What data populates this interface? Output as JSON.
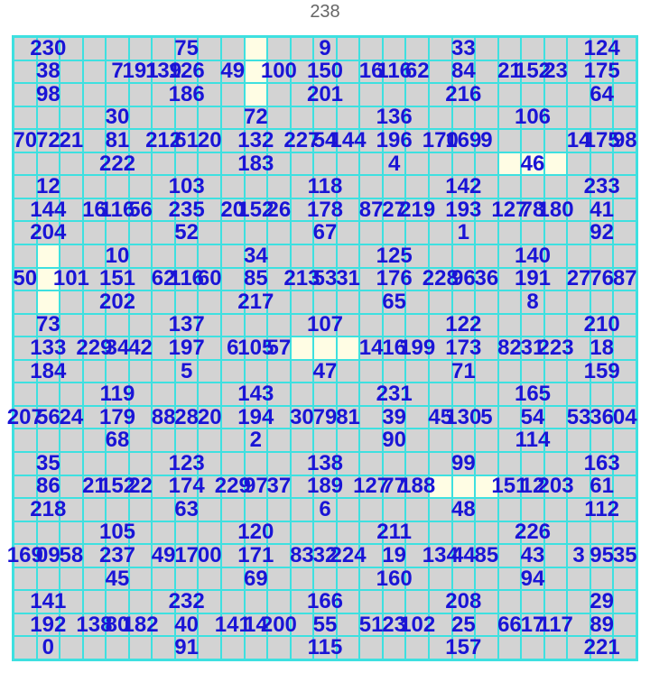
{
  "title": "238",
  "grid": {
    "rows": 27,
    "cols": 27,
    "gap_color": "#fffde4",
    "cell_color": "#d3d3d3",
    "line_color": "#3ee0e0",
    "text_color": "#1a14d6"
  },
  "gaps": [
    [
      0,
      10
    ],
    [
      1,
      10
    ],
    [
      2,
      10
    ],
    [
      5,
      21
    ],
    [
      5,
      22
    ],
    [
      5,
      23
    ],
    [
      9,
      1
    ],
    [
      10,
      1
    ],
    [
      11,
      1
    ],
    [
      13,
      12
    ],
    [
      13,
      13
    ],
    [
      13,
      14
    ],
    [
      19,
      18
    ],
    [
      19,
      19
    ],
    [
      19,
      20
    ]
  ],
  "labels": [
    {
      "r": 0,
      "c": 1,
      "t": "230"
    },
    {
      "r": 1,
      "c": 1,
      "t": "38"
    },
    {
      "r": 2,
      "c": 1,
      "t": "98"
    },
    {
      "r": 1,
      "c": 4,
      "t": "7"
    },
    {
      "r": 1,
      "c": 5,
      "t": "191"
    },
    {
      "r": 1,
      "c": 6,
      "t": "139"
    },
    {
      "r": 0,
      "c": 7,
      "t": "75"
    },
    {
      "r": 1,
      "c": 7,
      "t": "126"
    },
    {
      "r": 2,
      "c": 7,
      "t": "186"
    },
    {
      "r": 1,
      "c": 9,
      "t": "49"
    },
    {
      "r": 1,
      "c": 11,
      "t": "100"
    },
    {
      "r": 0,
      "c": 13,
      "t": "9"
    },
    {
      "r": 1,
      "c": 13,
      "t": "150"
    },
    {
      "r": 2,
      "c": 13,
      "t": "201"
    },
    {
      "r": 1,
      "c": 15,
      "t": "16"
    },
    {
      "r": 1,
      "c": 16,
      "t": "116"
    },
    {
      "r": 1,
      "c": 17,
      "t": "62"
    },
    {
      "r": 0,
      "c": 19,
      "t": "33"
    },
    {
      "r": 1,
      "c": 19,
      "t": "84"
    },
    {
      "r": 2,
      "c": 19,
      "t": "216"
    },
    {
      "r": 1,
      "c": 21,
      "t": "21"
    },
    {
      "r": 1,
      "c": 22,
      "t": "152"
    },
    {
      "r": 1,
      "c": 23,
      "t": "23"
    },
    {
      "r": 0,
      "c": 25,
      "t": "124"
    },
    {
      "r": 1,
      "c": 25,
      "t": "175"
    },
    {
      "r": 2,
      "c": 25,
      "t": "64"
    },
    {
      "r": 3,
      "c": 4,
      "t": "30"
    },
    {
      "r": 4,
      "c": 4,
      "t": "81"
    },
    {
      "r": 5,
      "c": 4,
      "t": "222"
    },
    {
      "r": 4,
      "c": 0,
      "t": "70"
    },
    {
      "r": 4,
      "c": 1,
      "t": "72"
    },
    {
      "r": 4,
      "c": 2,
      "t": "21"
    },
    {
      "r": 4,
      "c": 6,
      "t": "212"
    },
    {
      "r": 4,
      "c": 7,
      "t": "61"
    },
    {
      "r": 4,
      "c": 8,
      "t": "20"
    },
    {
      "r": 3,
      "c": 10,
      "t": "72"
    },
    {
      "r": 4,
      "c": 10,
      "t": "132"
    },
    {
      "r": 5,
      "c": 10,
      "t": "183"
    },
    {
      "r": 4,
      "c": 12,
      "t": "227"
    },
    {
      "r": 4,
      "c": 13,
      "t": "54"
    },
    {
      "r": 4,
      "c": 14,
      "t": "144"
    },
    {
      "r": 3,
      "c": 16,
      "t": "136"
    },
    {
      "r": 4,
      "c": 16,
      "t": "196"
    },
    {
      "r": 5,
      "c": 16,
      "t": "4"
    },
    {
      "r": 4,
      "c": 18,
      "t": "170"
    },
    {
      "r": 4,
      "c": 19,
      "t": "169"
    },
    {
      "r": 4,
      "c": 20,
      "t": "9"
    },
    {
      "r": 3,
      "c": 22,
      "t": "106"
    },
    {
      "r": 5,
      "c": 22,
      "t": "46"
    },
    {
      "r": 4,
      "c": 24,
      "t": "14"
    },
    {
      "r": 4,
      "c": 25,
      "t": "175"
    },
    {
      "r": 4,
      "c": 26,
      "t": "98"
    },
    {
      "r": 6,
      "c": 1,
      "t": "12"
    },
    {
      "r": 7,
      "c": 1,
      "t": "144"
    },
    {
      "r": 8,
      "c": 1,
      "t": "204"
    },
    {
      "r": 7,
      "c": 3,
      "t": "16"
    },
    {
      "r": 7,
      "c": 4,
      "t": "116"
    },
    {
      "r": 7,
      "c": 5,
      "t": "56"
    },
    {
      "r": 6,
      "c": 7,
      "t": "103"
    },
    {
      "r": 7,
      "c": 7,
      "t": "235"
    },
    {
      "r": 8,
      "c": 7,
      "t": "52"
    },
    {
      "r": 7,
      "c": 9,
      "t": "20"
    },
    {
      "r": 7,
      "c": 10,
      "t": "152"
    },
    {
      "r": 7,
      "c": 11,
      "t": "26"
    },
    {
      "r": 6,
      "c": 13,
      "t": "118"
    },
    {
      "r": 7,
      "c": 13,
      "t": "178"
    },
    {
      "r": 8,
      "c": 13,
      "t": "67"
    },
    {
      "r": 7,
      "c": 15,
      "t": "87"
    },
    {
      "r": 7,
      "c": 16,
      "t": "27"
    },
    {
      "r": 7,
      "c": 17,
      "t": "219"
    },
    {
      "r": 6,
      "c": 19,
      "t": "142"
    },
    {
      "r": 7,
      "c": 19,
      "t": "193"
    },
    {
      "r": 8,
      "c": 19,
      "t": "1"
    },
    {
      "r": 7,
      "c": 21,
      "t": "127"
    },
    {
      "r": 7,
      "c": 22,
      "t": "78"
    },
    {
      "r": 7,
      "c": 23,
      "t": "180"
    },
    {
      "r": 6,
      "c": 25,
      "t": "233"
    },
    {
      "r": 7,
      "c": 25,
      "t": "41"
    },
    {
      "r": 8,
      "c": 25,
      "t": "92"
    },
    {
      "r": 9,
      "c": 4,
      "t": "10"
    },
    {
      "r": 10,
      "c": 4,
      "t": "151"
    },
    {
      "r": 11,
      "c": 4,
      "t": "202"
    },
    {
      "r": 10,
      "c": 0,
      "t": "50"
    },
    {
      "r": 10,
      "c": 2,
      "t": "101"
    },
    {
      "r": 10,
      "c": 6,
      "t": "62"
    },
    {
      "r": 10,
      "c": 7,
      "t": "116"
    },
    {
      "r": 10,
      "c": 8,
      "t": "60"
    },
    {
      "r": 9,
      "c": 10,
      "t": "34"
    },
    {
      "r": 10,
      "c": 10,
      "t": "85"
    },
    {
      "r": 11,
      "c": 10,
      "t": "217"
    },
    {
      "r": 10,
      "c": 12,
      "t": "213"
    },
    {
      "r": 10,
      "c": 13,
      "t": "53"
    },
    {
      "r": 10,
      "c": 14,
      "t": "31"
    },
    {
      "r": 9,
      "c": 16,
      "t": "125"
    },
    {
      "r": 10,
      "c": 16,
      "t": "176"
    },
    {
      "r": 11,
      "c": 16,
      "t": "65"
    },
    {
      "r": 10,
      "c": 18,
      "t": "228"
    },
    {
      "r": 10,
      "c": 19,
      "t": "96"
    },
    {
      "r": 10,
      "c": 20,
      "t": "36"
    },
    {
      "r": 9,
      "c": 22,
      "t": "140"
    },
    {
      "r": 10,
      "c": 22,
      "t": "191"
    },
    {
      "r": 11,
      "c": 22,
      "t": "8"
    },
    {
      "r": 10,
      "c": 24,
      "t": "27"
    },
    {
      "r": 10,
      "c": 25,
      "t": "76"
    },
    {
      "r": 10,
      "c": 26,
      "t": "87"
    },
    {
      "r": 12,
      "c": 1,
      "t": "73"
    },
    {
      "r": 13,
      "c": 1,
      "t": "133"
    },
    {
      "r": 14,
      "c": 1,
      "t": "184"
    },
    {
      "r": 13,
      "c": 3,
      "t": "229"
    },
    {
      "r": 13,
      "c": 4,
      "t": "34"
    },
    {
      "r": 13,
      "c": 5,
      "t": "42"
    },
    {
      "r": 12,
      "c": 7,
      "t": "137"
    },
    {
      "r": 13,
      "c": 7,
      "t": "197"
    },
    {
      "r": 14,
      "c": 7,
      "t": "5"
    },
    {
      "r": 13,
      "c": 9,
      "t": "6"
    },
    {
      "r": 13,
      "c": 10,
      "t": "105"
    },
    {
      "r": 13,
      "c": 11,
      "t": "57"
    },
    {
      "r": 12,
      "c": 13,
      "t": "107"
    },
    {
      "r": 14,
      "c": 13,
      "t": "47"
    },
    {
      "r": 13,
      "c": 15,
      "t": "14"
    },
    {
      "r": 13,
      "c": 16,
      "t": "16"
    },
    {
      "r": 13,
      "c": 17,
      "t": "199"
    },
    {
      "r": 12,
      "c": 19,
      "t": "122"
    },
    {
      "r": 13,
      "c": 19,
      "t": "173"
    },
    {
      "r": 14,
      "c": 19,
      "t": "71"
    },
    {
      "r": 13,
      "c": 21,
      "t": "82"
    },
    {
      "r": 13,
      "c": 22,
      "t": "31"
    },
    {
      "r": 13,
      "c": 23,
      "t": "223"
    },
    {
      "r": 12,
      "c": 25,
      "t": "210"
    },
    {
      "r": 13,
      "c": 25,
      "t": "18"
    },
    {
      "r": 14,
      "c": 25,
      "t": "159"
    },
    {
      "r": 15,
      "c": 4,
      "t": "119"
    },
    {
      "r": 16,
      "c": 4,
      "t": "179"
    },
    {
      "r": 17,
      "c": 4,
      "t": "68"
    },
    {
      "r": 16,
      "c": 0,
      "t": "207"
    },
    {
      "r": 16,
      "c": 1,
      "t": "56"
    },
    {
      "r": 16,
      "c": 2,
      "t": "24"
    },
    {
      "r": 16,
      "c": 6,
      "t": "88"
    },
    {
      "r": 16,
      "c": 7,
      "t": "28"
    },
    {
      "r": 16,
      "c": 8,
      "t": "20"
    },
    {
      "r": 15,
      "c": 10,
      "t": "143"
    },
    {
      "r": 16,
      "c": 10,
      "t": "194"
    },
    {
      "r": 17,
      "c": 10,
      "t": "2"
    },
    {
      "r": 16,
      "c": 12,
      "t": "30"
    },
    {
      "r": 16,
      "c": 13,
      "t": "79"
    },
    {
      "r": 16,
      "c": 14,
      "t": "81"
    },
    {
      "r": 15,
      "c": 16,
      "t": "231"
    },
    {
      "r": 16,
      "c": 16,
      "t": "39"
    },
    {
      "r": 17,
      "c": 16,
      "t": "90"
    },
    {
      "r": 16,
      "c": 18,
      "t": "45"
    },
    {
      "r": 16,
      "c": 19,
      "t": "130"
    },
    {
      "r": 16,
      "c": 20,
      "t": "5"
    },
    {
      "r": 15,
      "c": 22,
      "t": "165"
    },
    {
      "r": 16,
      "c": 22,
      "t": "54"
    },
    {
      "r": 17,
      "c": 22,
      "t": "114"
    },
    {
      "r": 16,
      "c": 24,
      "t": "53"
    },
    {
      "r": 16,
      "c": 25,
      "t": "36"
    },
    {
      "r": 16,
      "c": 26,
      "t": "04"
    },
    {
      "r": 18,
      "c": 1,
      "t": "35"
    },
    {
      "r": 19,
      "c": 1,
      "t": "86"
    },
    {
      "r": 20,
      "c": 1,
      "t": "218"
    },
    {
      "r": 19,
      "c": 3,
      "t": "21"
    },
    {
      "r": 19,
      "c": 4,
      "t": "152"
    },
    {
      "r": 19,
      "c": 5,
      "t": "22"
    },
    {
      "r": 18,
      "c": 7,
      "t": "123"
    },
    {
      "r": 19,
      "c": 7,
      "t": "174"
    },
    {
      "r": 20,
      "c": 7,
      "t": "63"
    },
    {
      "r": 19,
      "c": 9,
      "t": "229"
    },
    {
      "r": 19,
      "c": 10,
      "t": "97"
    },
    {
      "r": 19,
      "c": 11,
      "t": "37"
    },
    {
      "r": 18,
      "c": 13,
      "t": "138"
    },
    {
      "r": 19,
      "c": 13,
      "t": "189"
    },
    {
      "r": 20,
      "c": 13,
      "t": "6"
    },
    {
      "r": 19,
      "c": 15,
      "t": "127"
    },
    {
      "r": 19,
      "c": 16,
      "t": "77"
    },
    {
      "r": 19,
      "c": 17,
      "t": "188"
    },
    {
      "r": 18,
      "c": 19,
      "t": "99"
    },
    {
      "r": 20,
      "c": 19,
      "t": "48"
    },
    {
      "r": 19,
      "c": 21,
      "t": "151"
    },
    {
      "r": 19,
      "c": 22,
      "t": "12"
    },
    {
      "r": 19,
      "c": 23,
      "t": "203"
    },
    {
      "r": 18,
      "c": 25,
      "t": "163"
    },
    {
      "r": 19,
      "c": 25,
      "t": "61"
    },
    {
      "r": 20,
      "c": 25,
      "t": "112"
    },
    {
      "r": 21,
      "c": 4,
      "t": "105"
    },
    {
      "r": 22,
      "c": 4,
      "t": "237"
    },
    {
      "r": 23,
      "c": 4,
      "t": "45"
    },
    {
      "r": 22,
      "c": 0,
      "t": "169"
    },
    {
      "r": 22,
      "c": 1,
      "t": "09"
    },
    {
      "r": 22,
      "c": 2,
      "t": "58"
    },
    {
      "r": 22,
      "c": 6,
      "t": "49"
    },
    {
      "r": 22,
      "c": 7,
      "t": "17"
    },
    {
      "r": 22,
      "c": 8,
      "t": "00"
    },
    {
      "r": 21,
      "c": 10,
      "t": "120"
    },
    {
      "r": 22,
      "c": 10,
      "t": "171"
    },
    {
      "r": 23,
      "c": 10,
      "t": "69"
    },
    {
      "r": 22,
      "c": 12,
      "t": "83"
    },
    {
      "r": 22,
      "c": 13,
      "t": "32"
    },
    {
      "r": 22,
      "c": 14,
      "t": "224"
    },
    {
      "r": 21,
      "c": 16,
      "t": "211"
    },
    {
      "r": 22,
      "c": 16,
      "t": "19"
    },
    {
      "r": 23,
      "c": 16,
      "t": "160"
    },
    {
      "r": 22,
      "c": 18,
      "t": "134"
    },
    {
      "r": 22,
      "c": 19,
      "t": "44"
    },
    {
      "r": 22,
      "c": 20,
      "t": "85"
    },
    {
      "r": 21,
      "c": 22,
      "t": "226"
    },
    {
      "r": 22,
      "c": 22,
      "t": "43"
    },
    {
      "r": 23,
      "c": 22,
      "t": "94"
    },
    {
      "r": 22,
      "c": 24,
      "t": "3"
    },
    {
      "r": 22,
      "c": 25,
      "t": "95"
    },
    {
      "r": 22,
      "c": 26,
      "t": "35"
    },
    {
      "r": 24,
      "c": 1,
      "t": "141"
    },
    {
      "r": 25,
      "c": 1,
      "t": "192"
    },
    {
      "r": 26,
      "c": 1,
      "t": "0"
    },
    {
      "r": 25,
      "c": 3,
      "t": "138"
    },
    {
      "r": 25,
      "c": 4,
      "t": "80"
    },
    {
      "r": 25,
      "c": 5,
      "t": "182"
    },
    {
      "r": 24,
      "c": 7,
      "t": "232"
    },
    {
      "r": 25,
      "c": 7,
      "t": "40"
    },
    {
      "r": 26,
      "c": 7,
      "t": "91"
    },
    {
      "r": 25,
      "c": 9,
      "t": "141"
    },
    {
      "r": 25,
      "c": 10,
      "t": "14"
    },
    {
      "r": 25,
      "c": 11,
      "t": "200"
    },
    {
      "r": 24,
      "c": 13,
      "t": "166"
    },
    {
      "r": 25,
      "c": 13,
      "t": "55"
    },
    {
      "r": 26,
      "c": 13,
      "t": "115"
    },
    {
      "r": 25,
      "c": 15,
      "t": "51"
    },
    {
      "r": 25,
      "c": 16,
      "t": "23"
    },
    {
      "r": 25,
      "c": 17,
      "t": "102"
    },
    {
      "r": 24,
      "c": 19,
      "t": "208"
    },
    {
      "r": 25,
      "c": 19,
      "t": "25"
    },
    {
      "r": 26,
      "c": 19,
      "t": "157"
    },
    {
      "r": 25,
      "c": 21,
      "t": "66"
    },
    {
      "r": 25,
      "c": 22,
      "t": "17"
    },
    {
      "r": 25,
      "c": 23,
      "t": "117"
    },
    {
      "r": 24,
      "c": 25,
      "t": "29"
    },
    {
      "r": 25,
      "c": 25,
      "t": "89"
    },
    {
      "r": 26,
      "c": 25,
      "t": "221"
    }
  ]
}
